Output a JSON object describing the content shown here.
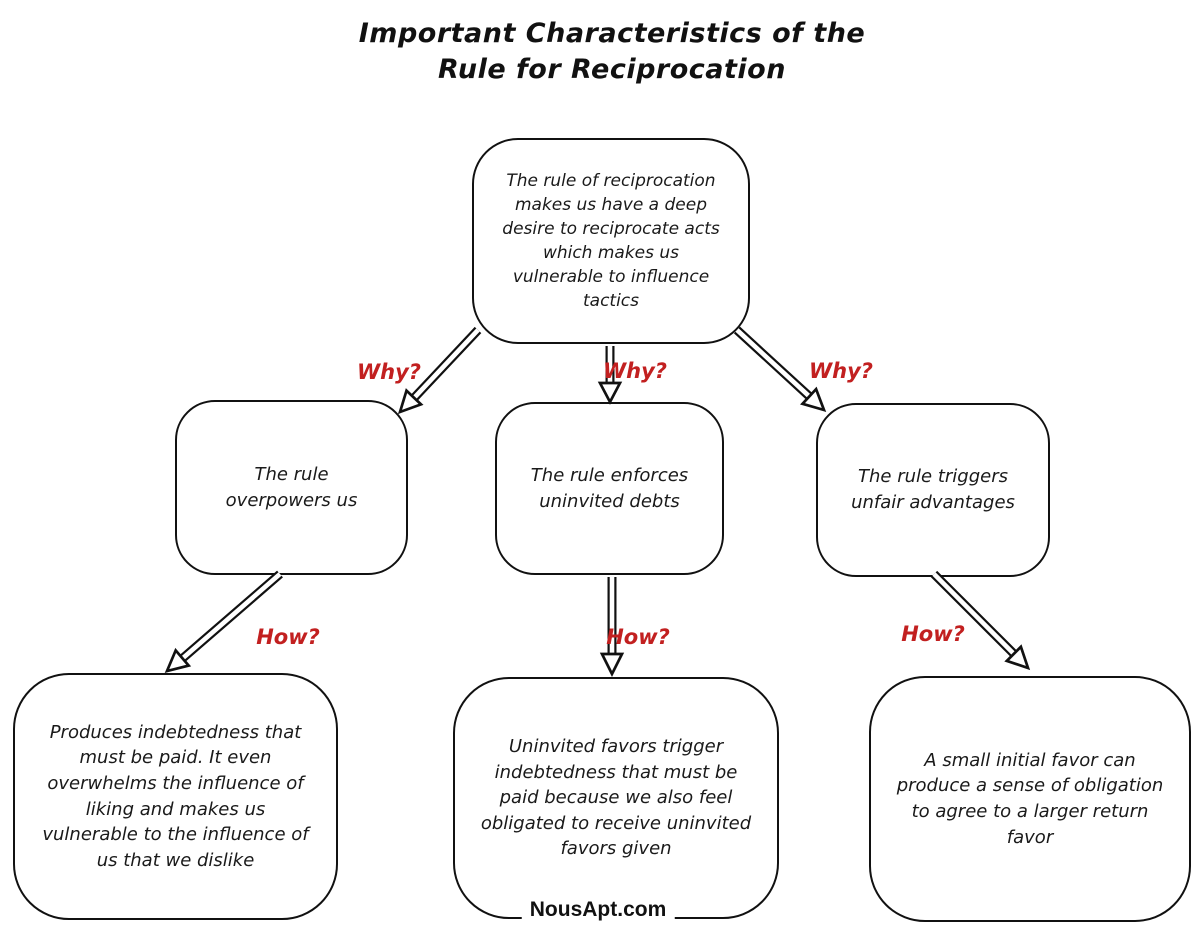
{
  "title": {
    "line1": "Important Characteristics of the",
    "line2": "Rule for Reciprocation"
  },
  "nodes": {
    "root": {
      "text": "The rule of reciprocation makes us have a deep desire to reciprocate acts which makes us vulnerable to influence tactics"
    },
    "overpowers": {
      "text": "The rule overpowers us"
    },
    "enforces": {
      "text": "The rule enforces uninvited debts"
    },
    "triggers": {
      "text": "The rule triggers unfair advantages"
    },
    "overpowers_detail": {
      "text": "Produces indebtedness that must be paid. It even overwhelms the influence of liking and makes us vulnerable to the influence of us that we dislike"
    },
    "enforces_detail": {
      "text": "Uninvited favors trigger indebtedness that must be paid because we also feel obligated to receive uninvited favors given"
    },
    "triggers_detail": {
      "text": "A small initial favor can produce a sense of obligation to agree to a larger return favor"
    }
  },
  "edge_labels": {
    "why": "Why?",
    "how": "How?"
  },
  "watermark": "NousApt.com",
  "colors": {
    "edge_label_red": "#c22020",
    "stroke_black": "#111111",
    "background": "#ffffff",
    "text": "#1a1a1a"
  }
}
